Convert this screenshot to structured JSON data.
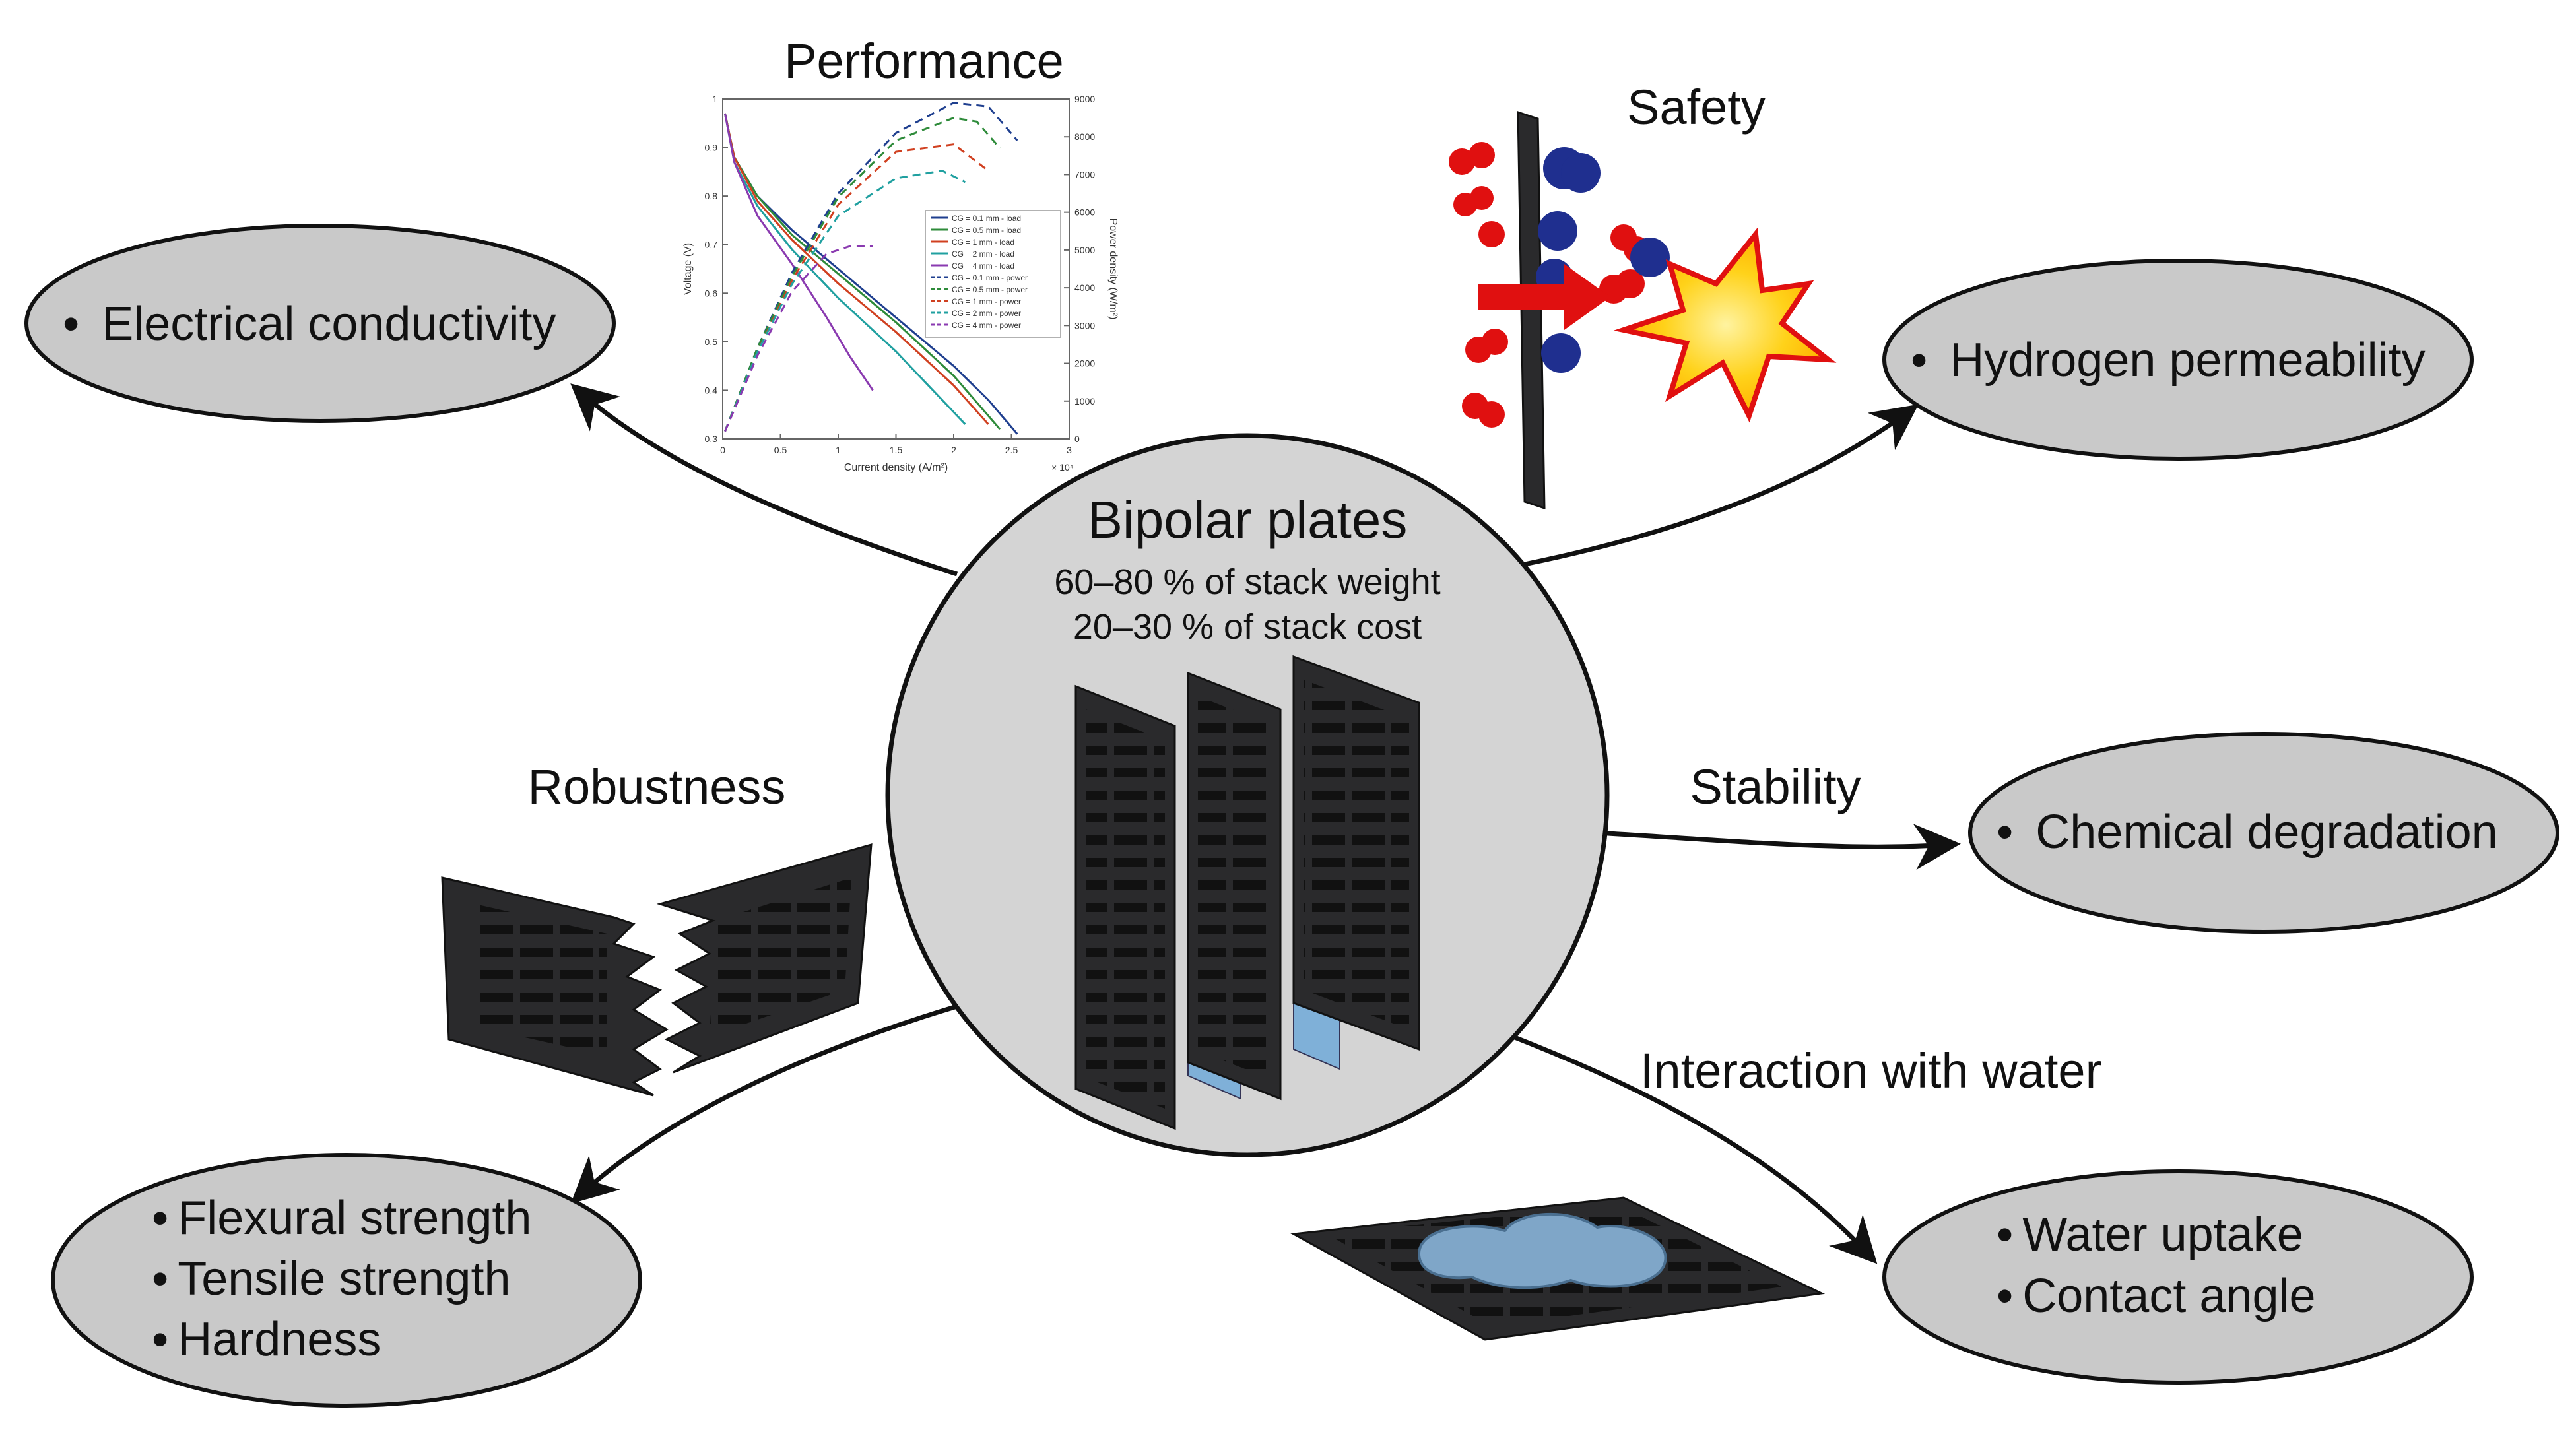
{
  "center": {
    "title": "Bipolar plates",
    "line1": "60–80 % of stack weight",
    "line2": "20–30 % of stack cost"
  },
  "headings": {
    "performance": "Performance",
    "safety": "Safety",
    "robustness": "Robustness",
    "stability": "Stability",
    "water": "Interaction with water"
  },
  "properties": {
    "electrical": [
      "Electrical conductivity"
    ],
    "hydrogen": [
      "Hydrogen permeability"
    ],
    "chemical": [
      "Chemical degradation"
    ],
    "mechanical": [
      "Flexural strength",
      "Tensile strength",
      "Hardness"
    ],
    "water": [
      "Water uptake",
      "Contact angle"
    ]
  },
  "bullet": "•",
  "colors": {
    "ellipse_fill": "#c9c9c9",
    "center_fill": "#d4d4d4",
    "plate_dark": "#2a2a2c",
    "membrane_blue": "#7fb0d8",
    "hydrogen_red": "#e01010",
    "molecule_blue": "#1f2f8f",
    "explosion_yellow": "#ffd21a"
  },
  "chart_data": {
    "type": "line",
    "xlabel": "Current density (A/m²)",
    "ylabel": "Voltage (V)",
    "y2label": "Power density (W/m²)",
    "x_multiplier_label": "× 10⁴",
    "xlim": [
      0,
      3
    ],
    "ylim": [
      0.3,
      1.0
    ],
    "y2lim": [
      0,
      9000
    ],
    "xticks": [
      "0",
      "0.5",
      "1",
      "1.5",
      "2",
      "2.5",
      "3"
    ],
    "yticks": [
      "0.3",
      "0.4",
      "0.5",
      "0.6",
      "0.7",
      "0.8",
      "0.9",
      "1"
    ],
    "y2ticks": [
      "0",
      "1000",
      "2000",
      "3000",
      "4000",
      "5000",
      "6000",
      "7000",
      "8000",
      "9000"
    ],
    "legend_position": "center-right",
    "series": [
      {
        "name": "CG = 0.1 mm - load",
        "color": "#1f3f8f",
        "axis": "left",
        "dash": false,
        "x": [
          0.02,
          0.1,
          0.3,
          0.6,
          1.0,
          1.5,
          2.0,
          2.3,
          2.55
        ],
        "y": [
          0.97,
          0.88,
          0.8,
          0.73,
          0.65,
          0.55,
          0.45,
          0.38,
          0.31
        ]
      },
      {
        "name": "CG = 0.5 mm - load",
        "color": "#2e8b3a",
        "axis": "left",
        "dash": false,
        "x": [
          0.02,
          0.1,
          0.3,
          0.6,
          1.0,
          1.5,
          2.0,
          2.4
        ],
        "y": [
          0.97,
          0.88,
          0.8,
          0.72,
          0.64,
          0.54,
          0.43,
          0.32
        ]
      },
      {
        "name": "CG = 1 mm - load",
        "color": "#d04020",
        "axis": "left",
        "dash": false,
        "x": [
          0.02,
          0.1,
          0.3,
          0.6,
          1.0,
          1.5,
          2.0,
          2.3
        ],
        "y": [
          0.97,
          0.88,
          0.79,
          0.71,
          0.62,
          0.52,
          0.41,
          0.33
        ]
      },
      {
        "name": "CG = 2 mm - load",
        "color": "#20a0a0",
        "axis": "left",
        "dash": false,
        "x": [
          0.02,
          0.1,
          0.3,
          0.6,
          1.0,
          1.5,
          1.9,
          2.1
        ],
        "y": [
          0.97,
          0.87,
          0.78,
          0.69,
          0.59,
          0.48,
          0.38,
          0.33
        ]
      },
      {
        "name": "CG = 4 mm - load",
        "color": "#8a3ab0",
        "axis": "left",
        "dash": false,
        "x": [
          0.02,
          0.1,
          0.3,
          0.6,
          0.9,
          1.1,
          1.3
        ],
        "y": [
          0.97,
          0.87,
          0.76,
          0.66,
          0.55,
          0.47,
          0.4
        ]
      },
      {
        "name": "CG = 0.1 mm - power",
        "color": "#1f3f8f",
        "axis": "right",
        "dash": true,
        "x": [
          0.02,
          0.3,
          0.6,
          1.0,
          1.5,
          2.0,
          2.3,
          2.55
        ],
        "y": [
          200,
          2400,
          4400,
          6500,
          8100,
          8900,
          8800,
          7900
        ]
      },
      {
        "name": "CG = 0.5 mm - power",
        "color": "#2e8b3a",
        "axis": "right",
        "dash": true,
        "x": [
          0.02,
          0.3,
          0.6,
          1.0,
          1.5,
          2.0,
          2.2,
          2.4
        ],
        "y": [
          200,
          2400,
          4300,
          6400,
          7900,
          8500,
          8400,
          7700
        ]
      },
      {
        "name": "CG = 1 mm - power",
        "color": "#d04020",
        "axis": "right",
        "dash": true,
        "x": [
          0.02,
          0.3,
          0.6,
          1.0,
          1.5,
          2.0,
          2.3
        ],
        "y": [
          200,
          2300,
          4200,
          6200,
          7600,
          7800,
          7100
        ]
      },
      {
        "name": "CG = 2 mm - power",
        "color": "#20a0a0",
        "axis": "right",
        "dash": true,
        "x": [
          0.02,
          0.3,
          0.6,
          1.0,
          1.5,
          1.9,
          2.1
        ],
        "y": [
          200,
          2300,
          4100,
          5900,
          6900,
          7100,
          6800
        ]
      },
      {
        "name": "CG = 4 mm - power",
        "color": "#8a3ab0",
        "axis": "right",
        "dash": true,
        "x": [
          0.02,
          0.3,
          0.6,
          0.9,
          1.1,
          1.3
        ],
        "y": [
          200,
          2200,
          3900,
          4900,
          5100,
          5100
        ]
      }
    ]
  }
}
